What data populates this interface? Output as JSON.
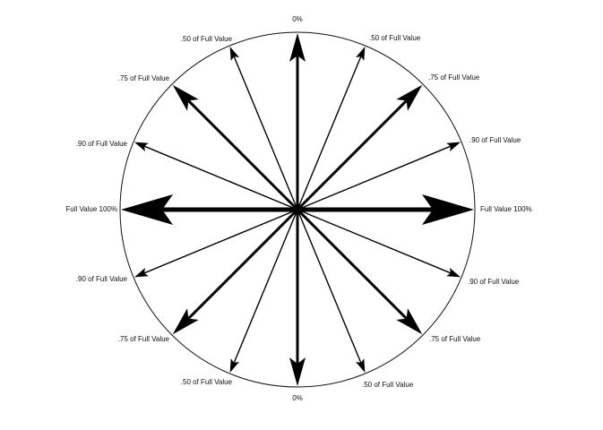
{
  "title": "Value direction diagram",
  "labels": {
    "top": "0%",
    "bottom": "0%",
    "n50_left": ".50 of Full Value",
    "n50_right": ".50 of Full Value",
    "n75_left": ".75 of Full Value",
    "n75_right": ".75 of Full Value",
    "n90_left": ".90 of Full Value",
    "n90_right": ".90 of Full Value",
    "full_left": "Full Value 100%",
    "full_right": "Full Value 100%",
    "s90_left": ".90 of Full Value",
    "s90_right": ".90 of Full Value",
    "s75_left": ".75 of Full Value",
    "s75_right": ".75 of Full Value",
    "s50_left": ".50 of Full Value",
    "s50_right": ".50 of Full Value"
  },
  "arrows": [
    {
      "angle_deg": 0,
      "weight": "medium"
    },
    {
      "angle_deg": 22.5,
      "weight": "thin"
    },
    {
      "angle_deg": 45,
      "weight": "medium"
    },
    {
      "angle_deg": 67.5,
      "weight": "thin"
    },
    {
      "angle_deg": 90,
      "weight": "heavy"
    },
    {
      "angle_deg": 112.5,
      "weight": "thin"
    },
    {
      "angle_deg": 135,
      "weight": "medium"
    },
    {
      "angle_deg": 157.5,
      "weight": "thin"
    },
    {
      "angle_deg": 180,
      "weight": "medium"
    },
    {
      "angle_deg": 202.5,
      "weight": "thin"
    },
    {
      "angle_deg": 225,
      "weight": "medium"
    },
    {
      "angle_deg": 247.5,
      "weight": "thin"
    },
    {
      "angle_deg": 270,
      "weight": "heavy"
    },
    {
      "angle_deg": 292.5,
      "weight": "thin"
    },
    {
      "angle_deg": 315,
      "weight": "medium"
    },
    {
      "angle_deg": 337.5,
      "weight": "thin"
    }
  ]
}
